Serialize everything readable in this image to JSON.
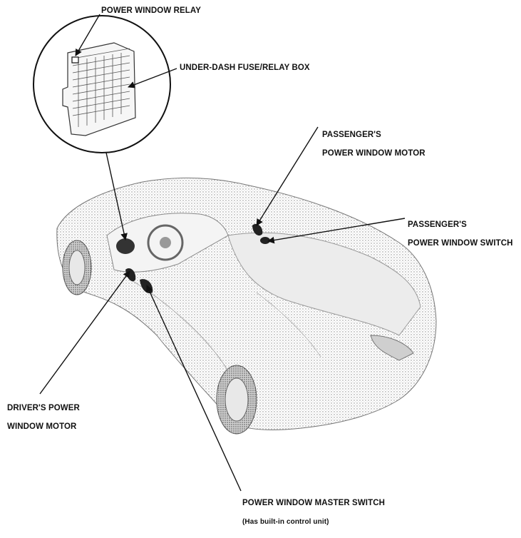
{
  "labels": {
    "power_window_relay": "POWER WINDOW RELAY",
    "under_dash_box": "UNDER-DASH FUSE/RELAY BOX",
    "passenger_motor_line1": "PASSENGER'S",
    "passenger_motor_line2": "POWER WINDOW MOTOR",
    "passenger_switch_line1": "PASSENGER'S",
    "passenger_switch_line2": "POWER WINDOW SWITCH",
    "driver_motor_line1": "DRIVER'S POWER",
    "driver_motor_line2": "WINDOW MOTOR",
    "master_switch": "POWER WINDOW MASTER SWITCH",
    "master_switch_note": "(Has built-in control unit)"
  },
  "colors": {
    "ink": "#111111",
    "car_shading": "#9a9a9a",
    "background": "#ffffff"
  }
}
